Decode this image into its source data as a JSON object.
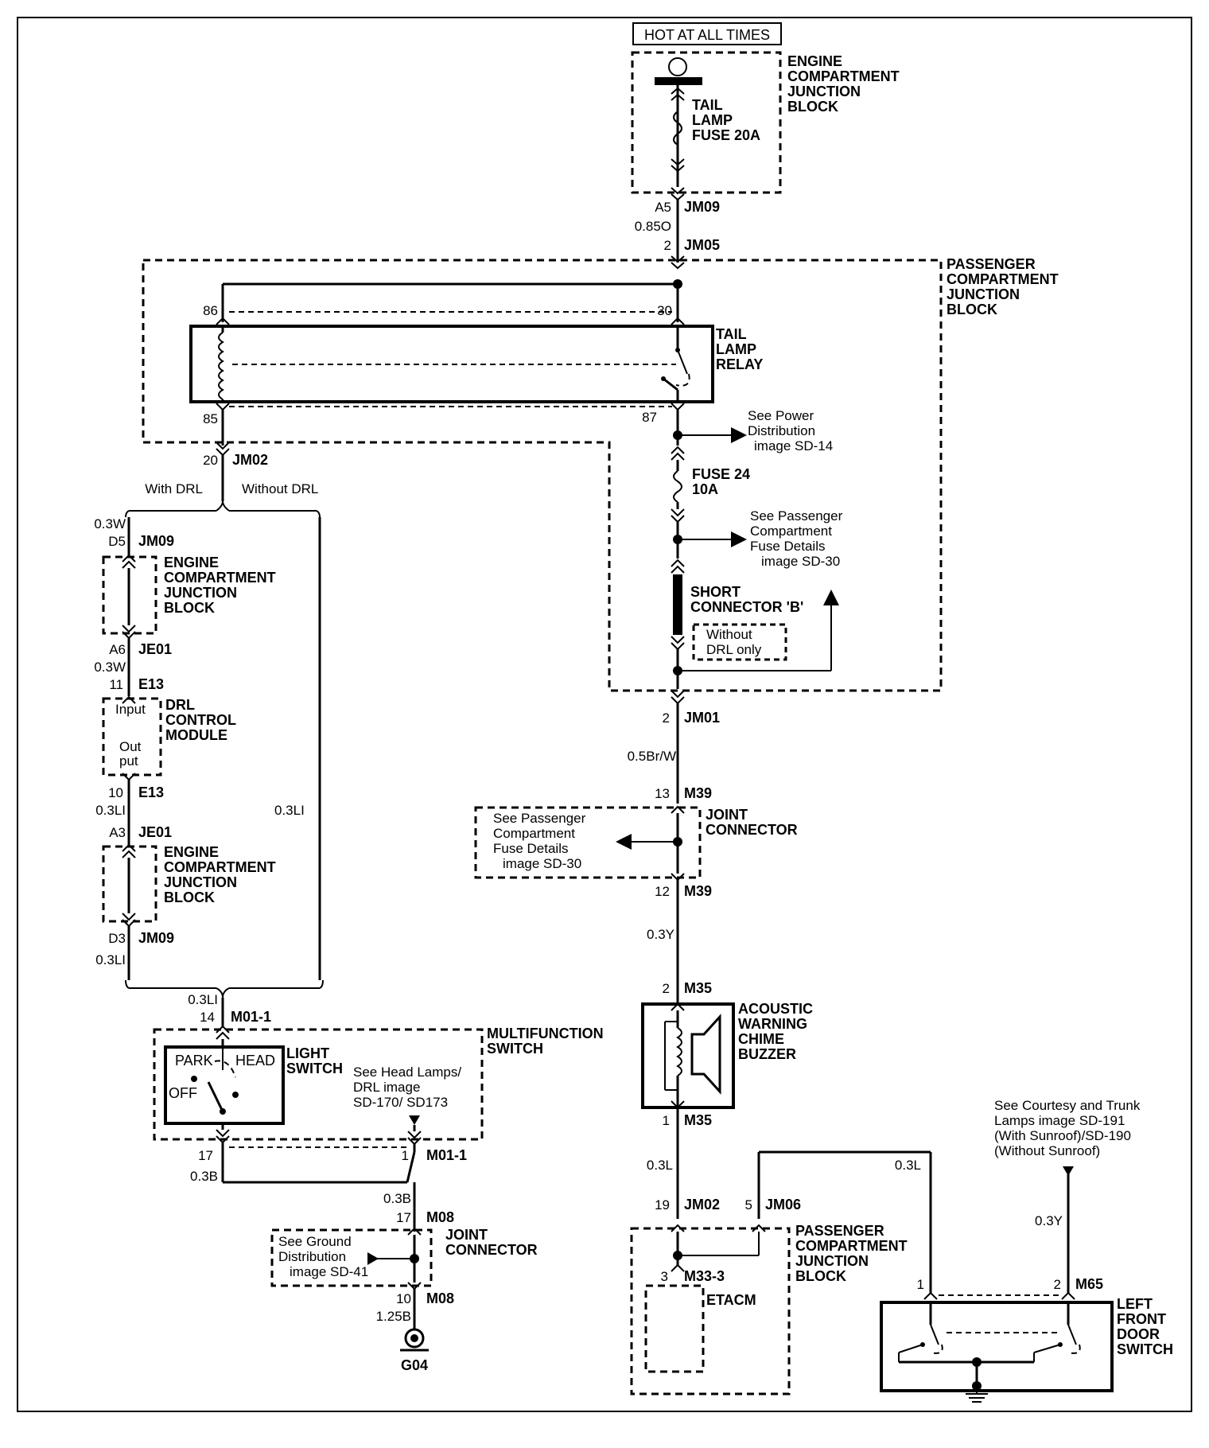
{
  "source": {
    "label": "HOT AT ALL TIMES",
    "block_lines": [
      "ENGINE",
      "COMPARTMENT",
      "JUNCTION",
      "BLOCK"
    ],
    "fuse_lines": [
      "TAIL",
      "LAMP",
      "FUSE 20A"
    ]
  },
  "pins": {
    "jm09_a5": {
      "pin": "A5",
      "conn": "JM09"
    },
    "jm05_2": {
      "pin": "2",
      "conn": "JM05"
    },
    "relay_86": "86",
    "relay_30": "30",
    "relay_85": "85",
    "relay_87": "87",
    "jm02_20": {
      "pin": "20",
      "conn": "JM02"
    },
    "jm09_d5": {
      "pin": "D5",
      "conn": "JM09"
    },
    "je01_a6": {
      "pin": "A6",
      "conn": "JE01"
    },
    "e13_11": {
      "pin": "11",
      "conn": "E13"
    },
    "e13_10": {
      "pin": "10",
      "conn": "E13"
    },
    "je01_a3": {
      "pin": "A3",
      "conn": "JE01"
    },
    "jm09_d3": {
      "pin": "D3",
      "conn": "JM09"
    },
    "m011_14": {
      "pin": "14",
      "conn": "M01-1"
    },
    "m011_17": "17",
    "m011_1": {
      "pin": "1",
      "conn": "M01-1"
    },
    "m08_17": {
      "pin": "17",
      "conn": "M08"
    },
    "m08_10": {
      "pin": "10",
      "conn": "M08"
    },
    "g04": "G04",
    "jm01_2": {
      "pin": "2",
      "conn": "JM01"
    },
    "m39_13": {
      "pin": "13",
      "conn": "M39"
    },
    "m39_12": {
      "pin": "12",
      "conn": "M39"
    },
    "m35_2": {
      "pin": "2",
      "conn": "M35"
    },
    "m35_1": {
      "pin": "1",
      "conn": "M35"
    },
    "jm02_19": {
      "pin": "19",
      "conn": "JM02"
    },
    "jm06_5": {
      "pin": "5",
      "conn": "JM06"
    },
    "m333_3": {
      "pin": "3",
      "conn": "M33-3"
    },
    "m65_1": "1",
    "m65_2": {
      "pin": "2",
      "conn": "M65"
    }
  },
  "wires": {
    "w_085o": "0.85O",
    "w_03w_top": "0.3W",
    "w_03w_mid": "0.3W",
    "w_03li_1": "0.3LI",
    "w_03li_2": "0.3LI",
    "w_03li_right": "0.3LI",
    "w_03li_3": "0.3LI",
    "w_03b_1": "0.3B",
    "w_03b_2": "0.3B",
    "w_125b": "1.25B",
    "w_05brw": "0.5Br/W",
    "w_03y": "0.3Y",
    "w_03l_1": "0.3L",
    "w_03l_2": "0.3L",
    "w_03y_right": "0.3Y"
  },
  "labels": {
    "pcjb_top": [
      "PASSENGER",
      "COMPARTMENT",
      "JUNCTION",
      "BLOCK"
    ],
    "relay": [
      "TAIL",
      "LAMP",
      "RELAY"
    ],
    "see_power": [
      "See Power",
      "Distribution",
      "image  SD-14"
    ],
    "fuse24": [
      "FUSE 24",
      "10A"
    ],
    "see_pcfd_1": [
      "See Passenger",
      "Compartment",
      "Fuse Details",
      "image SD-30"
    ],
    "short_conn": [
      "SHORT",
      "CONNECTOR 'B'"
    ],
    "without_drl_only": [
      "Without",
      "DRL only"
    ],
    "with_drl": "With DRL",
    "without_drl": "Without DRL",
    "ecjb_1": [
      "ENGINE",
      "COMPARTMENT",
      "JUNCTION",
      "BLOCK"
    ],
    "drl_module": [
      "DRL",
      "CONTROL",
      "MODULE"
    ],
    "drl_input": "Input",
    "drl_output": [
      "Out",
      "put"
    ],
    "ecjb_2": [
      "ENGINE",
      "COMPARTMENT",
      "JUNCTION",
      "BLOCK"
    ],
    "multifunction": [
      "MULTIFUNCTION",
      "SWITCH"
    ],
    "light_switch": [
      "LIGHT",
      "SWITCH"
    ],
    "park": "PARK",
    "head": "HEAD",
    "off": "OFF",
    "see_head_lamps": [
      "See Head Lamps/",
      "DRL    image",
      "SD-170/ SD173"
    ],
    "joint_conn_1": [
      "JOINT",
      "CONNECTOR"
    ],
    "see_ground": [
      "See Ground",
      "Distribution",
      "image SD-41"
    ],
    "joint_conn_2": [
      "JOINT",
      "CONNECTOR"
    ],
    "see_pcfd_2": [
      "See Passenger",
      "Compartment",
      "Fuse Details",
      "image SD-30"
    ],
    "buzzer": [
      "ACOUSTIC",
      "WARNING",
      "CHIME",
      "BUZZER"
    ],
    "pcjb_bottom": [
      "PASSENGER",
      "COMPARTMENT",
      "JUNCTION",
      "BLOCK"
    ],
    "etacm": "ETACM",
    "see_courtesy": [
      "See Courtesy and Trunk",
      "Lamps   image SD-191",
      "(With Sunroof)/SD-190",
      "(Without Sunroof)"
    ],
    "door_switch": [
      "LEFT",
      "FRONT",
      "DOOR",
      "SWITCH"
    ]
  }
}
